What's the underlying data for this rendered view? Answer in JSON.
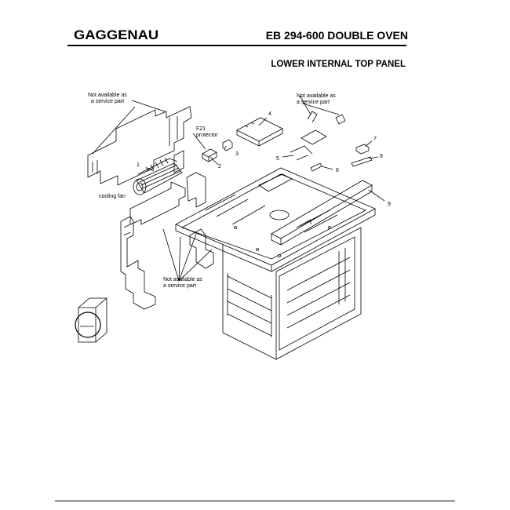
{
  "header": {
    "brand": "GAGGENAU",
    "model": "EB 294-600 DOUBLE OVEN",
    "section": "LOWER INTERNAL TOP PANEL"
  },
  "callouts": {
    "not_available_1": [
      "Not available as",
      "a service part"
    ],
    "not_available_2": [
      "Not available as",
      "a service part"
    ],
    "not_available_3": [
      "Not available as",
      "a service part"
    ],
    "f21": [
      "F21",
      "protector"
    ],
    "cooling_fan": "cooling fan"
  },
  "part_numbers": [
    "1",
    "2",
    "3",
    "4",
    "5",
    "6",
    "7",
    "8",
    "9"
  ]
}
